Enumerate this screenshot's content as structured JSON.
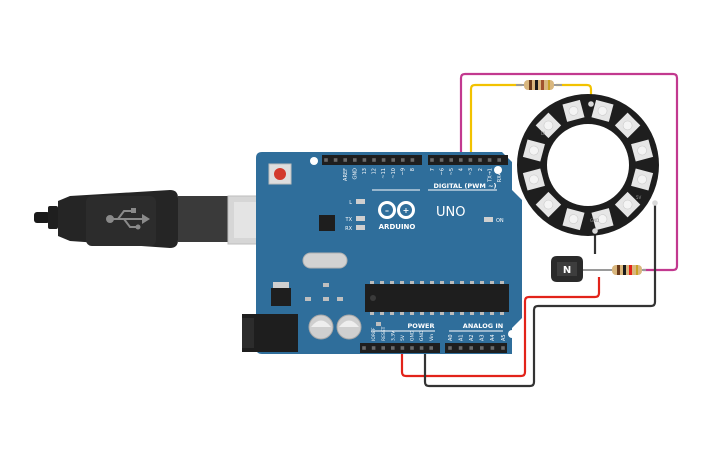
{
  "board": {
    "brand": "ARDUINO",
    "model": "UNO",
    "digital_header": "DIGITAL (PWM ~)",
    "digital_pins": [
      "AREF",
      "GND",
      "13",
      "12",
      "~11",
      "~10",
      "~9",
      "8",
      "7",
      "~6",
      "~5",
      "4",
      "~3",
      "2",
      "TX→1",
      "RX←0"
    ],
    "led_labels": [
      "L",
      "TX",
      "RX"
    ],
    "on_label": "ON",
    "power_header": "POWER",
    "power_pins": [
      "IOREF",
      "RESET",
      "3.3V",
      "5V",
      "GND",
      "GND",
      "Vin"
    ],
    "analog_header": "ANALOG IN",
    "analog_pins": [
      "A0",
      "A1",
      "A2",
      "A3",
      "A4",
      "A5"
    ]
  },
  "transistor": {
    "label": "N"
  },
  "ring": {
    "label_in": "DI",
    "label_out": "DO",
    "label_gnd": "GND",
    "label_pwr": "5V"
  },
  "colors": {
    "board": "#2f6e9b",
    "board_dark": "#245a80",
    "wire_red": "#e2231a",
    "wire_black": "#333333",
    "wire_yellow": "#f2c200",
    "wire_magenta": "#c2398f",
    "ring": "#1e1e1e",
    "pixel": "#e6e6e6"
  }
}
